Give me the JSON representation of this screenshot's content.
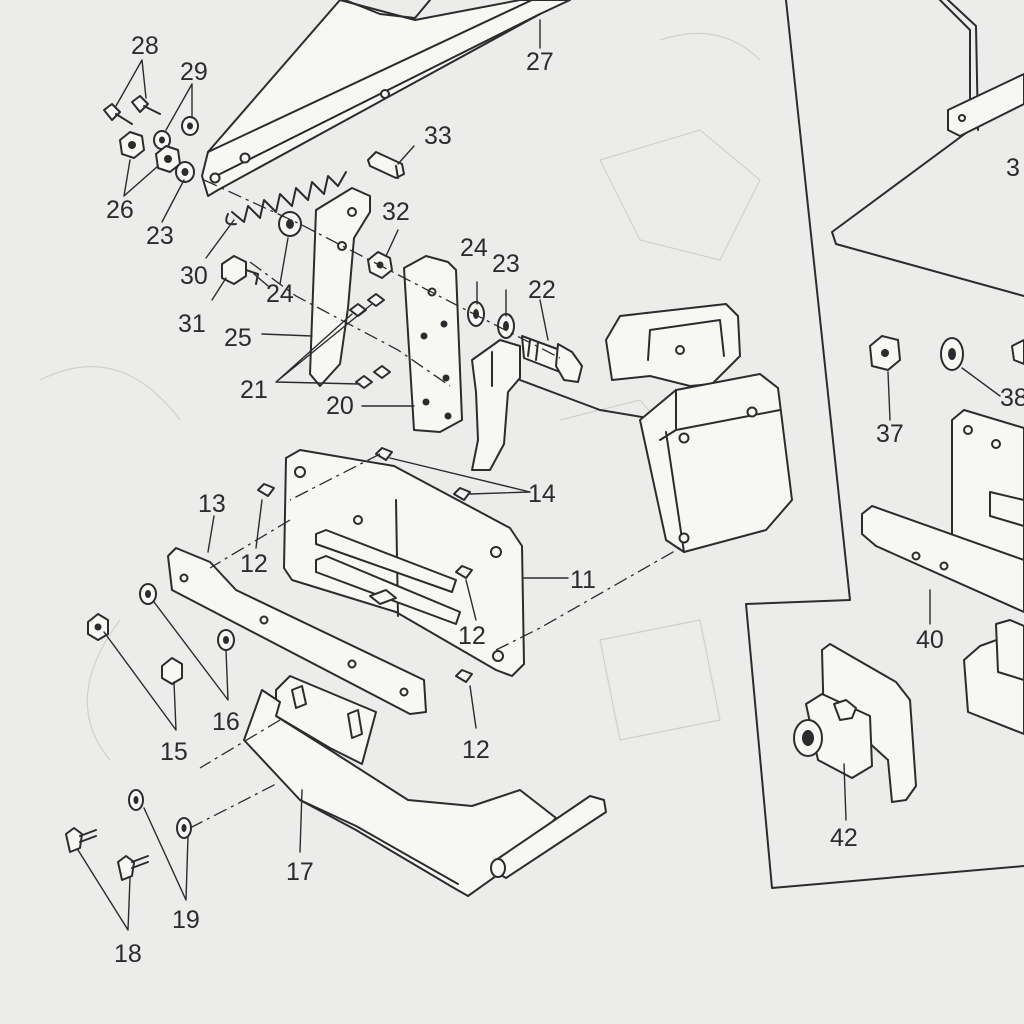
{
  "diagram": {
    "callouts": {
      "n11": "11",
      "n12a": "12",
      "n12b": "12",
      "n12c": "12",
      "n13": "13",
      "n14": "14",
      "n15": "15",
      "n16": "16",
      "n17": "17",
      "n18": "18",
      "n19": "19",
      "n20": "20",
      "n21": "21",
      "n22": "22",
      "n23a": "23",
      "n23b": "23",
      "n24a": "24",
      "n24b": "24",
      "n25": "25",
      "n26": "26",
      "n27": "27",
      "n28": "28",
      "n29": "29",
      "n30": "30",
      "n31": "31",
      "n32": "32",
      "n33": "33",
      "n37": "37",
      "n40": "40",
      "n42": "42",
      "n3x": "3",
      "n38x": "38"
    }
  }
}
